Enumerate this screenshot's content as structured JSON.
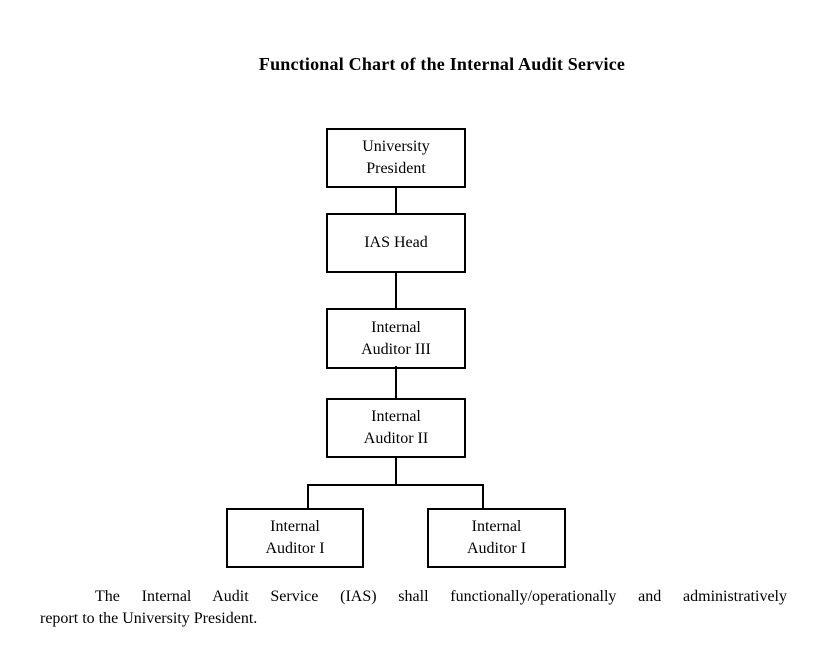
{
  "title": "Functional Chart of the Internal Audit Service",
  "colors": {
    "background": "#ffffff",
    "line": "#000000",
    "text": "#000000"
  },
  "org_chart": {
    "nodes": [
      {
        "id": "university-president",
        "lines": [
          "University",
          "President"
        ]
      },
      {
        "id": "ias-head",
        "lines": [
          "IAS Head"
        ]
      },
      {
        "id": "internal-auditor-iii",
        "lines": [
          "Internal",
          "Auditor III"
        ]
      },
      {
        "id": "internal-auditor-ii",
        "lines": [
          "Internal",
          "Auditor II"
        ]
      },
      {
        "id": "internal-auditor-i-left",
        "lines": [
          "Internal",
          "Auditor I"
        ]
      },
      {
        "id": "internal-auditor-i-right",
        "lines": [
          "Internal",
          "Auditor I"
        ]
      }
    ],
    "edges": [
      [
        "university-president",
        "ias-head"
      ],
      [
        "ias-head",
        "internal-auditor-iii"
      ],
      [
        "internal-auditor-iii",
        "internal-auditor-ii"
      ],
      [
        "internal-auditor-ii",
        "internal-auditor-i-left"
      ],
      [
        "internal-auditor-ii",
        "internal-auditor-i-right"
      ]
    ]
  },
  "footnote": {
    "line1": "The Internal Audit Service (IAS) shall functionally/operationally and administratively",
    "line2": "report to the University President."
  }
}
